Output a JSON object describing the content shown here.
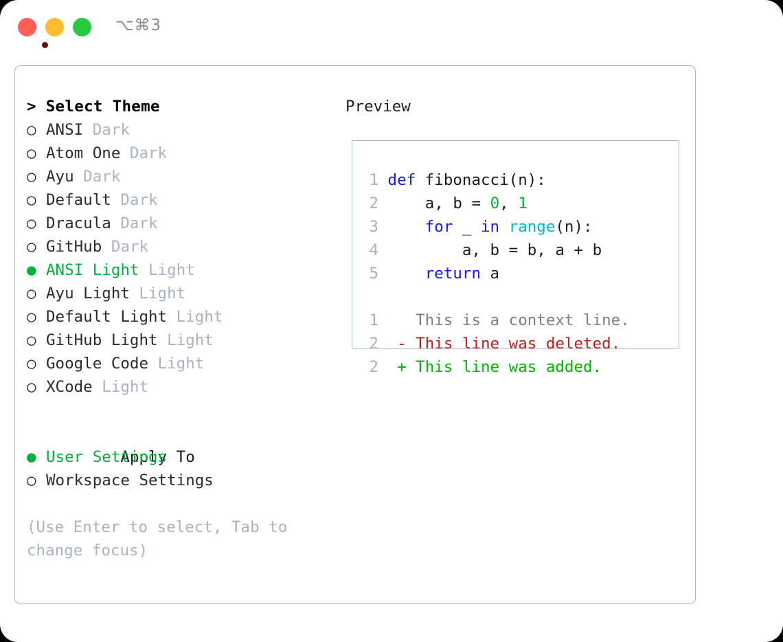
{
  "titlebar": {
    "shortcut": "⌥⌘3",
    "buttons": [
      {
        "name": "close",
        "color": "#ff5f57"
      },
      {
        "name": "minimize",
        "color": "#febc2e"
      },
      {
        "name": "maximize",
        "color": "#28c840"
      }
    ]
  },
  "theme_picker": {
    "header": "> Select Theme",
    "marker_selected": "●",
    "marker_unselected": "○",
    "items": [
      {
        "marker": "○",
        "label": "ANSI",
        "mode": "Dark",
        "selected": false
      },
      {
        "marker": "○",
        "label": "Atom One",
        "mode": "Dark",
        "selected": false
      },
      {
        "marker": "○",
        "label": "Ayu",
        "mode": "Dark",
        "selected": false
      },
      {
        "marker": "○",
        "label": "Default",
        "mode": "Dark",
        "selected": false
      },
      {
        "marker": "○",
        "label": "Dracula",
        "mode": "Dark",
        "selected": false
      },
      {
        "marker": "○",
        "label": "GitHub",
        "mode": "Dark",
        "selected": false
      },
      {
        "marker": "●",
        "label": "ANSI Light",
        "mode": "Light",
        "selected": true
      },
      {
        "marker": "○",
        "label": "Ayu Light",
        "mode": "Light",
        "selected": false
      },
      {
        "marker": "○",
        "label": "Default Light",
        "mode": "Light",
        "selected": false
      },
      {
        "marker": "○",
        "label": "GitHub Light",
        "mode": "Light",
        "selected": false
      },
      {
        "marker": "○",
        "label": "Google Code",
        "mode": "Light",
        "selected": false
      },
      {
        "marker": "○",
        "label": "XCode",
        "mode": "Light",
        "selected": false
      }
    ]
  },
  "apply_to": {
    "label": "Apply To",
    "options": [
      {
        "marker": "●",
        "label": "User Settings",
        "selected": true
      },
      {
        "marker": "○",
        "label": "Workspace Settings",
        "selected": false
      }
    ]
  },
  "hint": "(Use Enter to select, Tab to change focus)",
  "preview": {
    "title": "Preview",
    "code_lines": [
      {
        "no": "1",
        "indent": "",
        "tokens": [
          {
            "t": "def",
            "k": "kw"
          },
          {
            "t": " fibonacci(n):",
            "k": "txt"
          }
        ]
      },
      {
        "no": "2",
        "indent": "    ",
        "tokens": [
          {
            "t": "a, b = ",
            "k": "txt"
          },
          {
            "t": "0",
            "k": "num"
          },
          {
            "t": ", ",
            "k": "txt"
          },
          {
            "t": "1",
            "k": "num"
          }
        ]
      },
      {
        "no": "3",
        "indent": "    ",
        "tokens": [
          {
            "t": "for",
            "k": "kw"
          },
          {
            "t": " _ ",
            "k": "txt"
          },
          {
            "t": "in",
            "k": "kw"
          },
          {
            "t": " ",
            "k": "txt"
          },
          {
            "t": "range",
            "k": "fn"
          },
          {
            "t": "(n):",
            "k": "txt"
          }
        ]
      },
      {
        "no": "4",
        "indent": "        ",
        "tokens": [
          {
            "t": "a, b = b, a + b",
            "k": "txt"
          }
        ]
      },
      {
        "no": "5",
        "indent": "    ",
        "tokens": [
          {
            "t": "return",
            "k": "kw"
          },
          {
            "t": " a",
            "k": "txt"
          }
        ]
      }
    ],
    "diff_lines": [
      {
        "no": "1",
        "sign": " ",
        "text": " This is a context line.",
        "kind": "ctx"
      },
      {
        "no": "2",
        "sign": "-",
        "text": " This line was deleted.",
        "kind": "del"
      },
      {
        "no": "2",
        "sign": "+",
        "text": " This line was added.",
        "kind": "add"
      }
    ]
  },
  "colors": {
    "accent_green": "#00b140",
    "muted": "#a9b3c3",
    "keyword": "#1a1ae6",
    "function": "#00b8c4",
    "number": "#00b140",
    "diff_deleted": "#c01b1b",
    "diff_added": "#00b400",
    "border": "#a9b3c3"
  }
}
